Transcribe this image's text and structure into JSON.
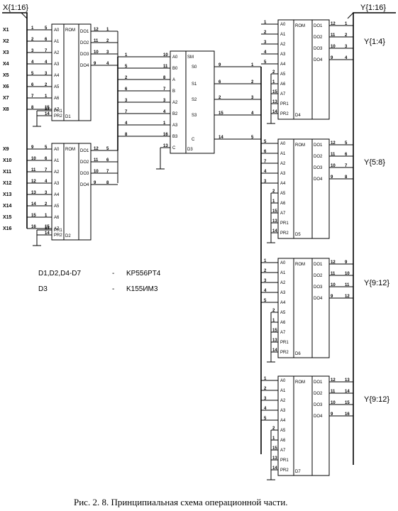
{
  "buses": {
    "input": "X{1:16}",
    "output": "Y{1:16}",
    "groups": [
      "Y{1:4}",
      "Y{5:8}",
      "Y{9:12}",
      "Y{9:12}"
    ]
  },
  "inputs": [
    "X1",
    "X2",
    "X3",
    "X4",
    "X5",
    "X6",
    "X7",
    "X8",
    "X9",
    "X10",
    "X11",
    "X12",
    "X13",
    "X14",
    "X15",
    "X16"
  ],
  "chips": {
    "D1": {
      "name": "D1",
      "type": "ROM",
      "left_labels": [
        "A0",
        "A1",
        "A2",
        "A3",
        "A4",
        "A5",
        "A6",
        "A7",
        "PR1",
        "PR2"
      ],
      "left_pins": [
        "5",
        "6",
        "7",
        "4",
        "3",
        "2",
        "1",
        "15",
        "13",
        "14"
      ],
      "in_pins": [
        "1",
        "2",
        "3",
        "4",
        "5",
        "6",
        "7",
        "8"
      ],
      "outputs": [
        "DO1",
        "DO2",
        "DO3",
        "DO4"
      ],
      "out_pins": [
        "12",
        "11",
        "10",
        "9"
      ],
      "bus_pins": [
        "1",
        "2",
        "3",
        "4"
      ]
    },
    "D2": {
      "name": "D2",
      "type": "ROM",
      "left_labels": [
        "A0",
        "A1",
        "A2",
        "A3",
        "A4",
        "A5",
        "A6",
        "A7",
        "PR1",
        "PR2"
      ],
      "left_pins": [
        "5",
        "6",
        "7",
        "4",
        "3",
        "2",
        "1",
        "15",
        "13",
        "14"
      ],
      "in_pins": [
        "9",
        "10",
        "11",
        "12",
        "13",
        "14",
        "15",
        "16"
      ],
      "outputs": [
        "DO1",
        "DO2",
        "DO3",
        "DO4"
      ],
      "out_pins": [
        "12",
        "11",
        "10",
        "9"
      ],
      "bus_pins": [
        "5",
        "6",
        "7",
        "8"
      ]
    },
    "D3": {
      "name": "D3",
      "type": "SM",
      "left_labels": [
        "A0",
        "B0",
        "A",
        "B",
        "A2",
        "B2",
        "A3",
        "B3",
        "C"
      ],
      "left_pins": [
        "10",
        "11",
        "8",
        "7",
        "3",
        "4",
        "1",
        "16",
        "13"
      ],
      "in_nets": [
        "1",
        "5",
        "2",
        "6",
        "3",
        "7",
        "4",
        "8"
      ],
      "outputs": [
        "S0",
        "S1",
        "S2",
        "S3",
        "C"
      ],
      "out_pins": [
        "9",
        "6",
        "2",
        "15",
        "14"
      ],
      "out_nets": [
        "1",
        "2",
        "3",
        "4",
        "5"
      ]
    },
    "D4": {
      "name": "D4",
      "type": "ROM",
      "left_labels": [
        "A0",
        "A1",
        "A2",
        "A3",
        "A4",
        "A5",
        "A6",
        "A7",
        "PR1",
        "PR2"
      ],
      "left_pins": [
        "1",
        "2",
        "3",
        "4",
        "5",
        "2",
        "1",
        "15",
        "13",
        "14"
      ],
      "outputs": [
        "DO1",
        "DO2",
        "DO3",
        "DO4"
      ],
      "out_pins": [
        "12",
        "11",
        "10",
        "9"
      ],
      "bus_pins": [
        "1",
        "2",
        "3",
        "4"
      ]
    },
    "D5": {
      "name": "D5",
      "type": "ROM",
      "left_labels": [
        "A0",
        "A1",
        "A2",
        "A3",
        "A4",
        "A5",
        "A6",
        "A7",
        "PR1",
        "PR2"
      ],
      "left_pins": [
        "5",
        "6",
        "7",
        "4",
        "3",
        "2",
        "1",
        "15",
        "13",
        "14"
      ],
      "outputs": [
        "DO1",
        "DO2",
        "DO3",
        "DO4"
      ],
      "out_pins": [
        "12",
        "11",
        "10",
        "9"
      ],
      "bus_pins": [
        "5",
        "6",
        "7",
        "8"
      ]
    },
    "D6": {
      "name": "D6",
      "type": "ROM",
      "left_labels": [
        "A0",
        "A1",
        "A2",
        "A3",
        "A4",
        "A5",
        "A6",
        "A7",
        "PR1",
        "PR2"
      ],
      "left_pins": [
        "1",
        "2",
        "3",
        "4",
        "5",
        "2",
        "1",
        "15",
        "13",
        "14"
      ],
      "outputs": [
        "DO1",
        "DO2",
        "DO3",
        "DO4"
      ],
      "out_pins": [
        "12",
        "11",
        "10",
        "9"
      ],
      "bus_pins": [
        "9",
        "10",
        "11",
        "12"
      ]
    },
    "D7": {
      "name": "D7",
      "type": "ROM",
      "left_labels": [
        "A0",
        "A1",
        "A2",
        "A3",
        "A4",
        "A5",
        "A6",
        "A7",
        "PR1",
        "PR2"
      ],
      "left_pins": [
        "1",
        "2",
        "3",
        "4",
        "5",
        "2",
        "1",
        "15",
        "13",
        "14"
      ],
      "outputs": [
        "DO1",
        "DO2",
        "DO3",
        "DO4"
      ],
      "out_pins": [
        "12",
        "11",
        "10",
        "9"
      ],
      "bus_pins": [
        "13",
        "14",
        "15",
        "16"
      ]
    }
  },
  "legend": [
    {
      "chips": "D1,D2,D4-D7",
      "dash": "-",
      "part": "KP556PT4"
    },
    {
      "chips": "D3",
      "dash": "-",
      "part": "K155ИМ3"
    }
  ],
  "caption": "Рис. 2. 8. Принципиальная схема операционной части."
}
